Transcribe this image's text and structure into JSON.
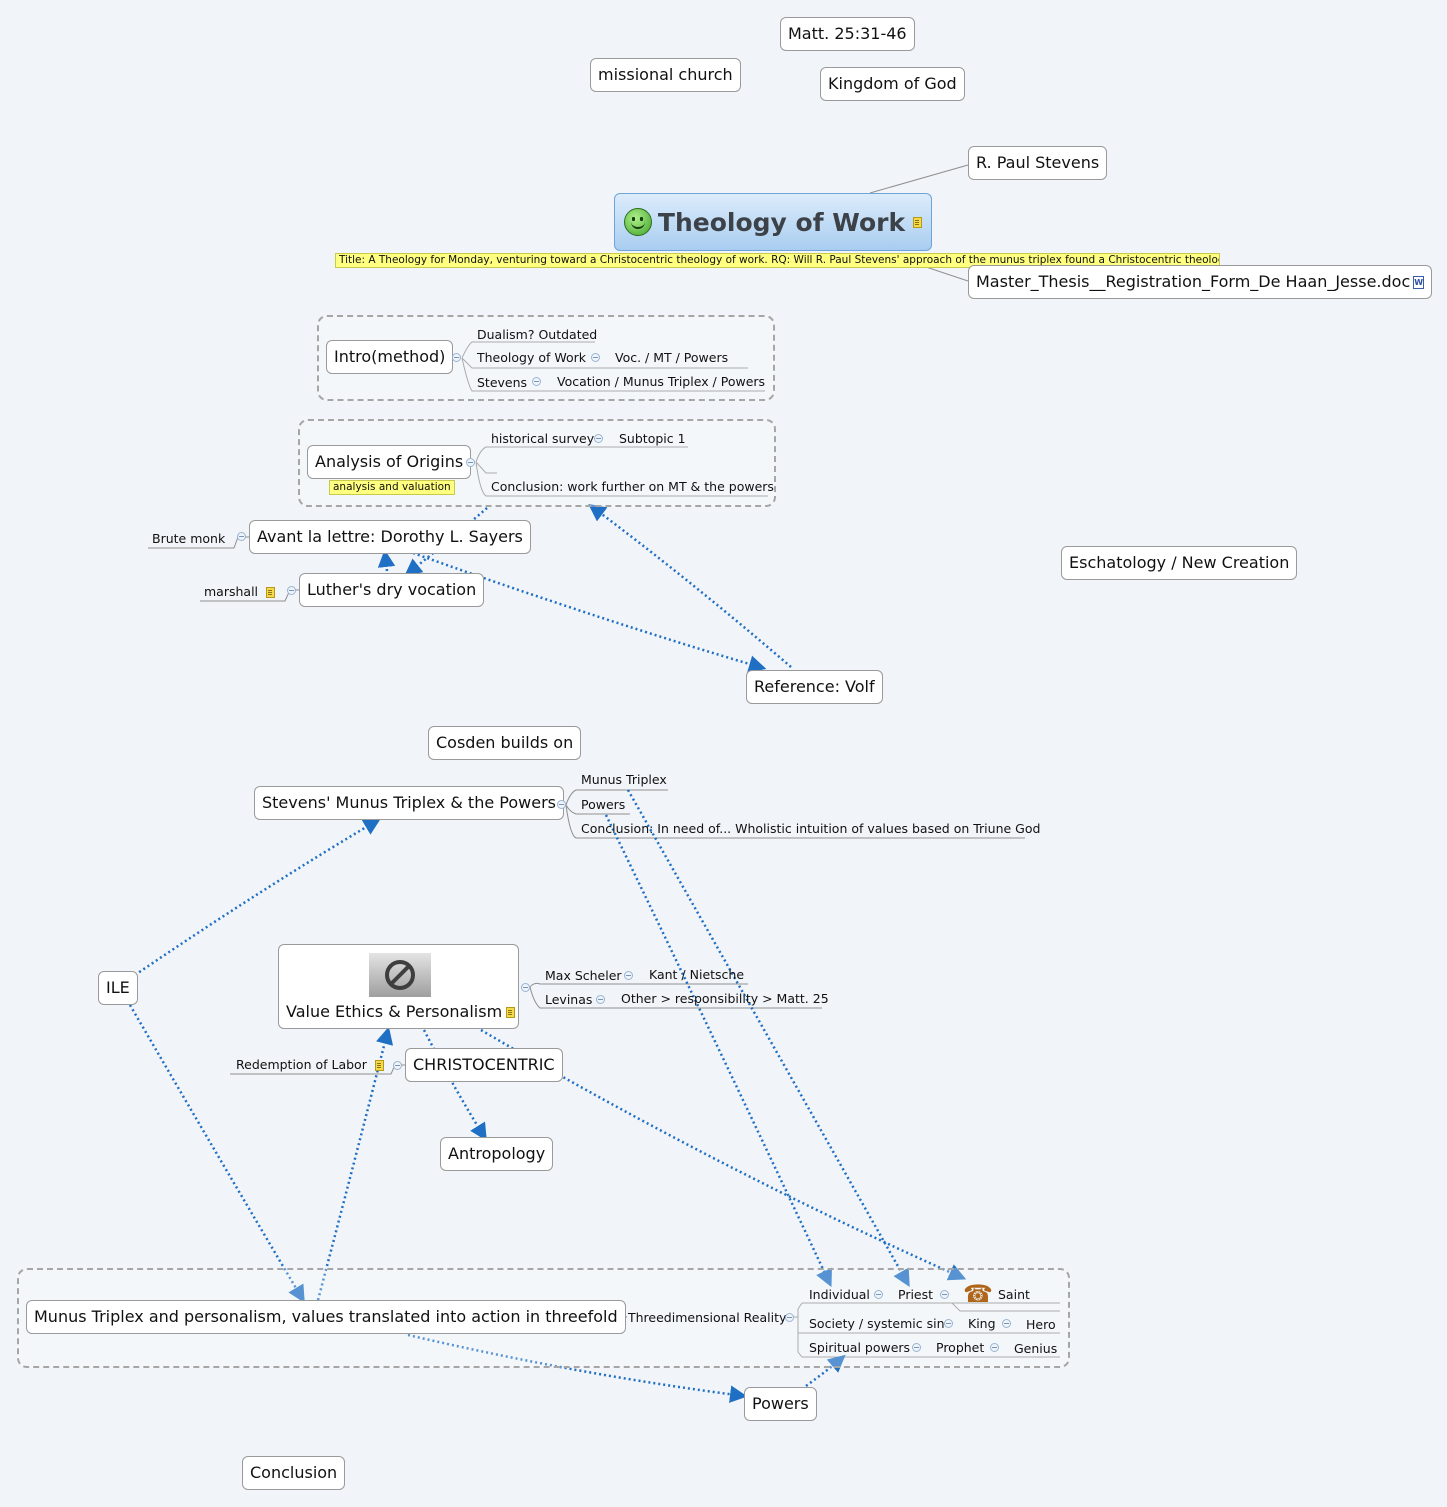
{
  "central": {
    "title": "Theology of Work"
  },
  "central_note": "Title: A Theology for Monday, venturing toward a Christocentric theology of work. RQ: Will R. Paul Stevens' approach of the munus triplex found a Christocentric theology of work?",
  "floating": {
    "matt": "Matt. 25:31-46",
    "missional": "missional church",
    "kingdom": "Kingdom of God",
    "stevens": "R. Paul Stevens",
    "attachment": "Master_Thesis__Registration_Form_De Haan_Jesse.doc",
    "eschatology": "Eschatology / New Creation",
    "volf": "Reference: Volf",
    "cosden": "Cosden builds on",
    "ile": "ILE",
    "antropology": "Antropology",
    "powers": "Powers",
    "conclusion": "Conclusion"
  },
  "intro": {
    "label": "Intro(method)",
    "children": [
      "Dualism? Outdated",
      "Theology of Work",
      "Stevens"
    ],
    "theology_child": "Voc. / MT / Powers",
    "stevens_child": "Vocation / Munus Triplex / Powers"
  },
  "origins": {
    "label": "Analysis of Origins",
    "note": "analysis and valuation",
    "historical": "historical survey",
    "subtopic": "Subtopic 1",
    "empty": "",
    "conclusion": "Conclusion: work further on MT & the powers"
  },
  "sayers": {
    "label": "Avant la lettre: Dorothy L. Sayers",
    "child": "Brute monk"
  },
  "luther": {
    "label": "Luther's dry vocation",
    "child": "marshall"
  },
  "stevens_mt": {
    "label": "Stevens' Munus Triplex & the Powers",
    "children": [
      "Munus Triplex",
      "Powers",
      "Conclusion: In need of... Wholistic intuition of values based on Triune God"
    ]
  },
  "value_ethics": {
    "label": "Value Ethics & Personalism",
    "scheler": "Max Scheler",
    "scheler_child": "Kant / Nietsche",
    "levinas": "Levinas",
    "levinas_child": "Other > responsibility > Matt. 25"
  },
  "christocentric": {
    "label": "CHRISTOCENTRIC",
    "child": "Redemption of Labor"
  },
  "munus": {
    "label": "Munus Triplex and personalism, values translated into action in threefold",
    "reality": "Threedimensional Reality",
    "rows": [
      {
        "a": "Individual",
        "b": "Priest",
        "c": "Saint"
      },
      {
        "a": "Society / systemic sin",
        "b": "King",
        "c": "Hero"
      },
      {
        "a": "Spiritual powers",
        "b": "Prophet",
        "c": "Genius"
      }
    ]
  },
  "icons": [
    "smiley-icon",
    "note-icon",
    "word-doc-icon",
    "forbidden-image-icon",
    "telephone-icon",
    "collapse-icon"
  ],
  "colors": {
    "background": "#f1f4f8",
    "central_top": "#dcecfb",
    "central_bottom": "#a9cdf0",
    "relationship": "#1f6fc4",
    "note": "#ffff80"
  }
}
